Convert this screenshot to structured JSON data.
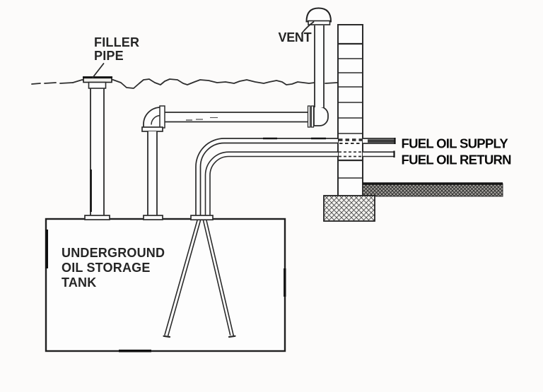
{
  "diagram": {
    "labels": {
      "filler_line1": "FILLER",
      "filler_line2": "PIPE",
      "vent": "VENT",
      "supply": "FUEL OIL SUPPLY",
      "return": "FUEL OIL RETURN",
      "tank_line1": "UNDERGROUND",
      "tank_line2": "OIL STORAGE",
      "tank_line3": "TANK"
    },
    "colors": {
      "background": "#fcfbfa",
      "line": "#2b2b2b",
      "label_text": "#262626",
      "callout_text": "#0a0a0a",
      "slab_fill": "#a8a5a0",
      "footing_fill": "#f3f2ef"
    }
  }
}
